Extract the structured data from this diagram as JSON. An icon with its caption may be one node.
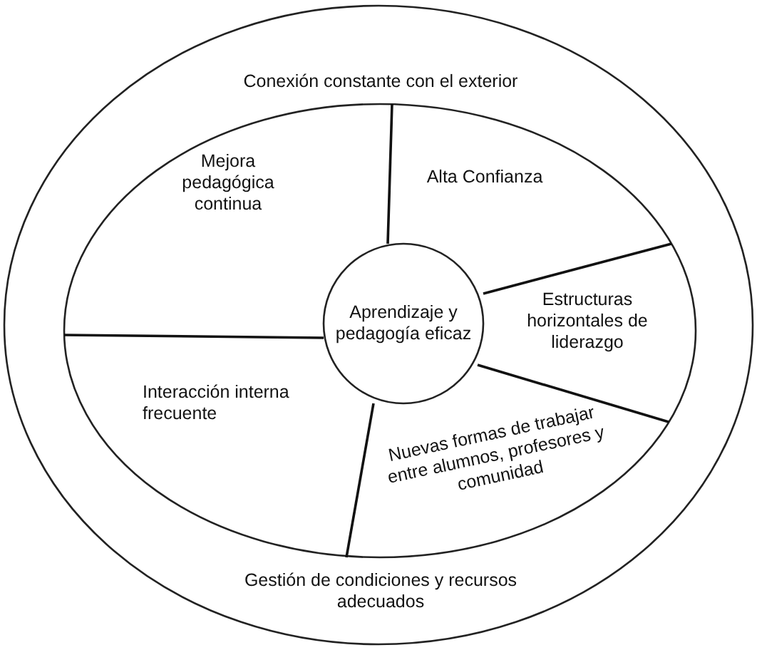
{
  "diagram": {
    "nodes": [
      {
        "text": [
          "Conexión constante con el exterior",
          "Gestión de condiciones y recursos adecuados"
        ]
      },
      {
        "text": [],
        "shape": "ellipse",
        "in": 0
      },
      {
        "text": [
          "Mejora pedagógica continua"
        ],
        "in": 1
      },
      {
        "text": [
          "Alta Confianza"
        ],
        "in": 1
      },
      {
        "text": [
          "Estructuras horizontales de liderazgo"
        ],
        "in": 1
      },
      {
        "text": [
          "Nuevas formas de trabajar entre alumnos, profesores y comunidad"
        ],
        "in": 1
      },
      {
        "text": [
          "Interacción interna frecuente"
        ],
        "in": 1
      },
      {
        "text": [
          "Aprendizaje y pedagogía eficaz"
        ],
        "in": 1
      }
    ],
    "edges": []
  }
}
